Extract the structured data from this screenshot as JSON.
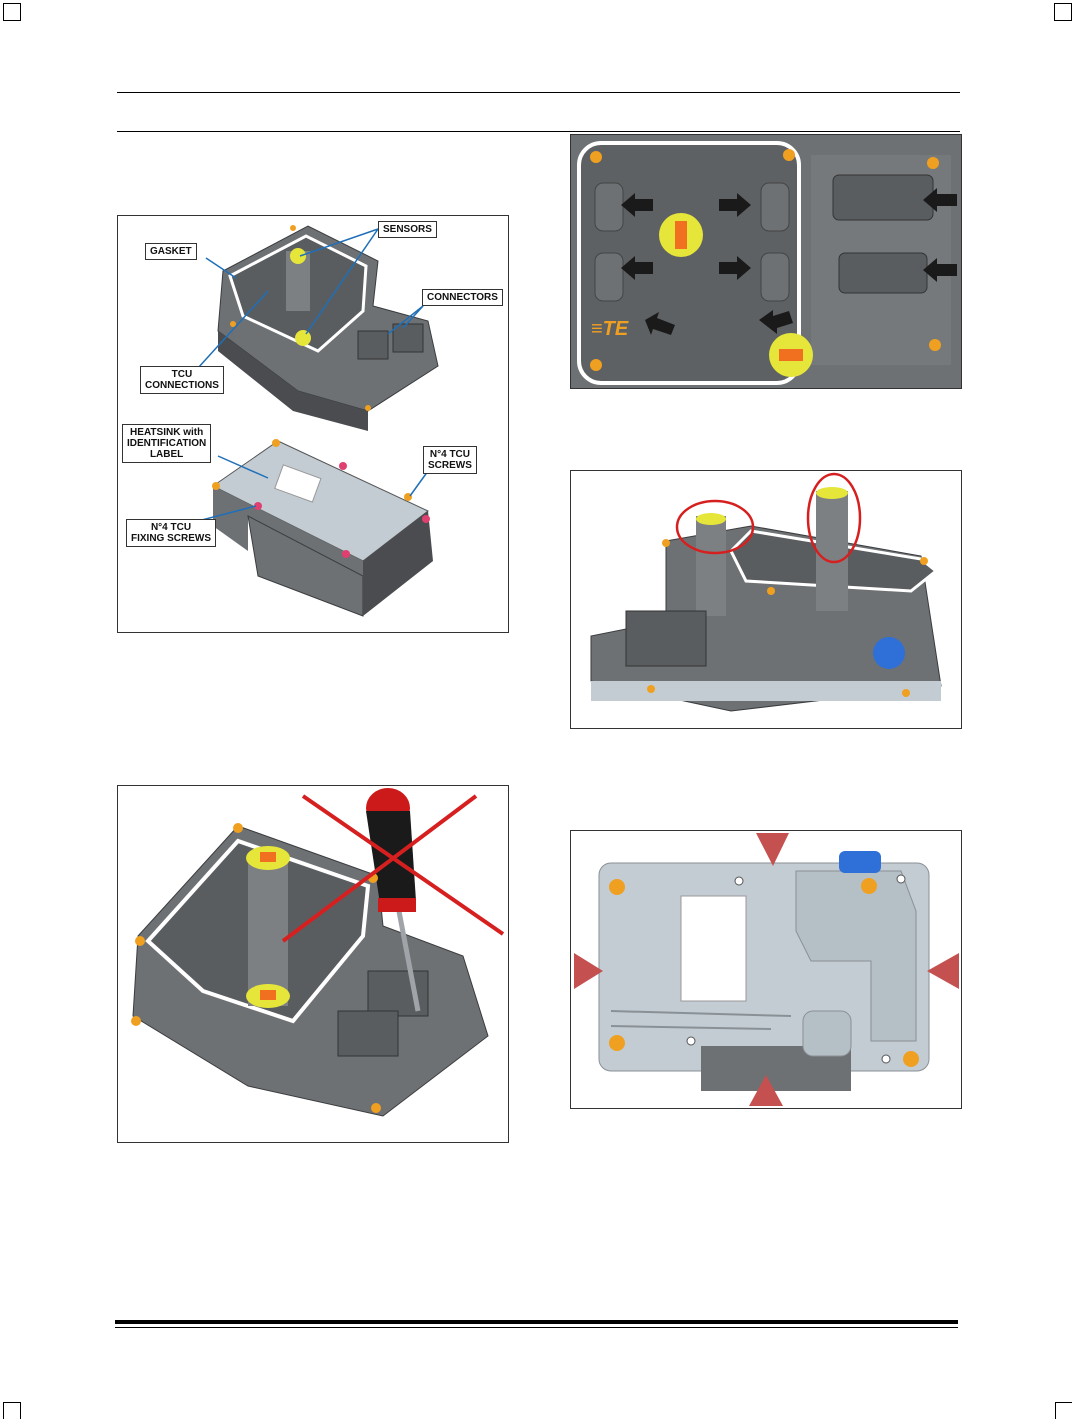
{
  "callouts": {
    "gasket": "GASKET",
    "sensors": "SENSORS",
    "connectors": "CONNECTORS",
    "tcu_connections": "TCU\nCONNECTIONS",
    "heatsink": "HEATSINK with\nIDENTIFICATION\nLABEL",
    "tcu_screws": "N°4 TCU\nSCREWS",
    "fixing_screws": "N°4 TCU\nFIXING SCREWS"
  },
  "logo": "TE",
  "colors": {
    "housing": "#6e7174",
    "housing_dark": "#4a4c4f",
    "heatsink": "#c3ccd3",
    "screw": "#f0a020",
    "sensor": "#e6e63a",
    "callout_arrow": "#1e6fb8",
    "red_mark": "#d62020",
    "red_triangle": "#c55050"
  }
}
